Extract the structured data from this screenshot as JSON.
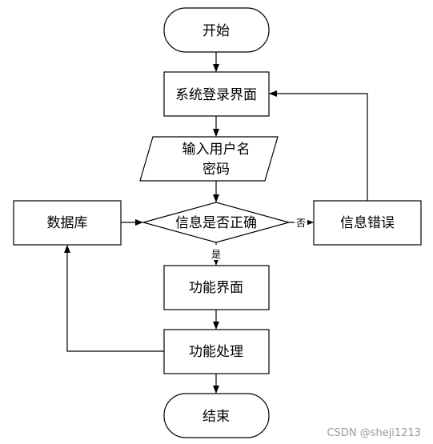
{
  "nodes": {
    "start": "开始",
    "login": "系统登录界面",
    "input_line1": "输入用户名",
    "input_line2": "密码",
    "decision": "信息是否正确",
    "database": "数据库",
    "error": "信息错误",
    "function_ui": "功能界面",
    "function_proc": "功能处理",
    "end": "结束"
  },
  "edges": {
    "yes_label": "是",
    "no_label": "否"
  },
  "watermark": "CSDN @sheji1213"
}
